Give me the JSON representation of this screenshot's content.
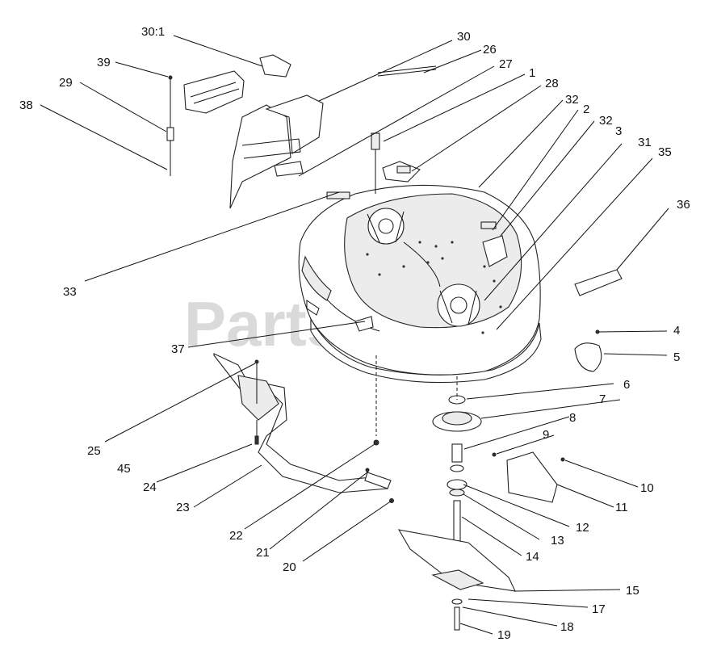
{
  "watermark": "PartsTree",
  "callouts": {
    "c30_1": "30:1",
    "c30": "30",
    "c26": "26",
    "c27": "27",
    "c1": "1",
    "c28": "28",
    "c39": "39",
    "c29": "29",
    "c38": "38",
    "c32a": "32",
    "c2": "2",
    "c32b": "32",
    "c3": "3",
    "c31": "31",
    "c35": "35",
    "c36": "36",
    "c33": "33",
    "c37": "37",
    "c4": "4",
    "c5": "5",
    "c6": "6",
    "c7": "7",
    "c8": "8",
    "c9": "9",
    "c10": "10",
    "c11": "11",
    "c12": "12",
    "c13": "13",
    "c14": "14",
    "c15": "15",
    "c17": "17",
    "c18": "18",
    "c19": "19",
    "c20": "20",
    "c21": "21",
    "c22": "22",
    "c23": "23",
    "c24": "24",
    "c25": "25",
    "c45": "45"
  }
}
